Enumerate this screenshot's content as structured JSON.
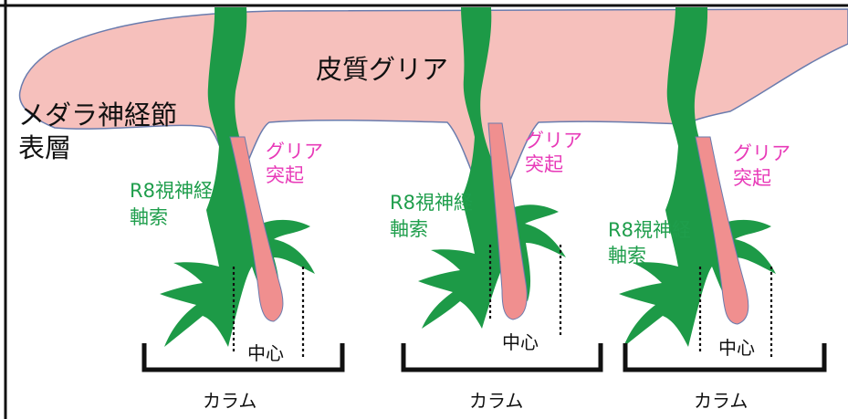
{
  "colors": {
    "cortex_glia": "#f6c0bc",
    "glia_process": "#f08f8f",
    "axon": "#1d9a47",
    "axon_label": "#1f9e4c",
    "glia_label": "#e83ab8",
    "outline": "#6a7cae",
    "bracket": "#111111"
  },
  "labels": {
    "cortex_glia": "皮質グリア",
    "medulla_surface_line1": "メダラ神経節",
    "medulla_surface_line2": "表層"
  },
  "columns": [
    {
      "axon_label_line1": "R8視神経",
      "axon_label_line2": "軸索",
      "process_label_line1": "グリア",
      "process_label_line2": "突起",
      "center_label": "中心",
      "column_label": "カラム"
    },
    {
      "axon_label_line1": "R8視神経",
      "axon_label_line2": "軸索",
      "process_label_line1": "グリア",
      "process_label_line2": "突起",
      "center_label": "中心",
      "column_label": "カラム"
    },
    {
      "axon_label_line1": "R8視神経",
      "axon_label_line2": "軸索",
      "process_label_line1": "グリア",
      "process_label_line2": "突起",
      "center_label": "中心",
      "column_label": "カラム"
    }
  ]
}
